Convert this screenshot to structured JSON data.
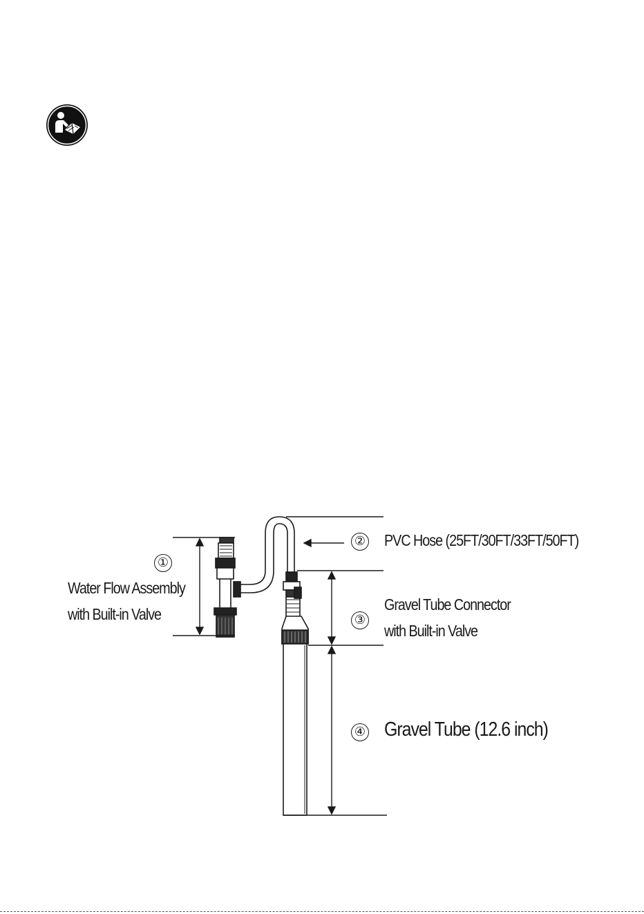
{
  "parts": [
    {
      "number": "①",
      "label_line1": "Water Flow Assembly",
      "label_line2": "with Built-in Valve"
    },
    {
      "number": "②",
      "label_line1": "PVC Hose (25FT/30FT/33FT/50FT)"
    },
    {
      "number": "③",
      "label_line1": "Gravel Tube Connector",
      "label_line2": "with Built-in Valve"
    },
    {
      "number": "④",
      "label_line1": "Gravel Tube (12.6 inch)"
    }
  ],
  "colors": {
    "ink": "#1a1a1a",
    "icon_bg": "#111111",
    "icon_fg": "#ffffff"
  },
  "icons": {
    "manual": "read-manual-icon"
  }
}
